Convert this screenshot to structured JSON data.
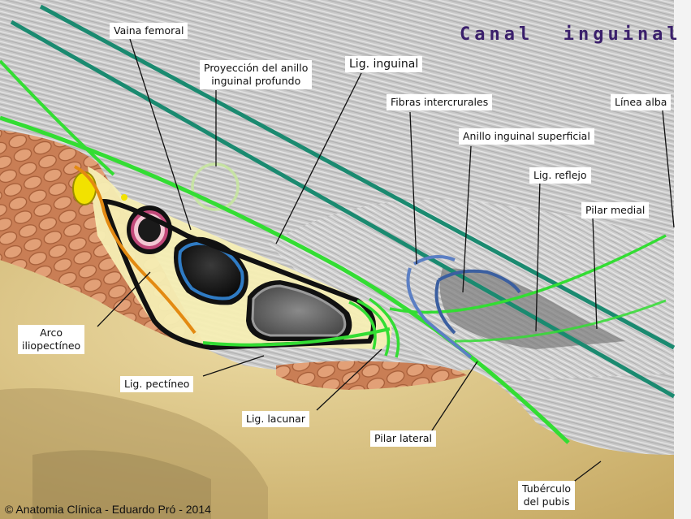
{
  "title": "Canal  inguinal",
  "copyright": "© Anatomia Clínica - Eduardo Pró - 2014",
  "colors": {
    "ligament_green": "#33dd33",
    "aponeurosis_teal": "#1a8a70",
    "artery": "#c2497a",
    "vein": "#2f7bc4",
    "lymph": "#e6d600",
    "bone": "#d9c07f",
    "muscle": "#c8805a",
    "title_color": "#3a1f6b"
  },
  "labels": {
    "vaina_femoral": "Vaina femoral",
    "proyeccion_1": "Proyección del anillo",
    "proyeccion_2": "inguinal profundo",
    "lig_inguinal": "Lig. inguinal",
    "fibras_intercrurales": "Fibras intercrurales",
    "linea_alba": "Línea alba",
    "anillo_superficial": "Anillo inguinal superficial",
    "lig_reflejo": "Lig. reflejo",
    "pilar_medial": "Pilar medial",
    "arco_1": "Arco",
    "arco_2": "iliopectíneo",
    "lig_pectineo": "Lig. pectíneo",
    "lig_lacunar": "Lig. lacunar",
    "pilar_lateral": "Pilar lateral",
    "tuberculo_1": "Tubérculo",
    "tuberculo_2": "del pubis"
  }
}
